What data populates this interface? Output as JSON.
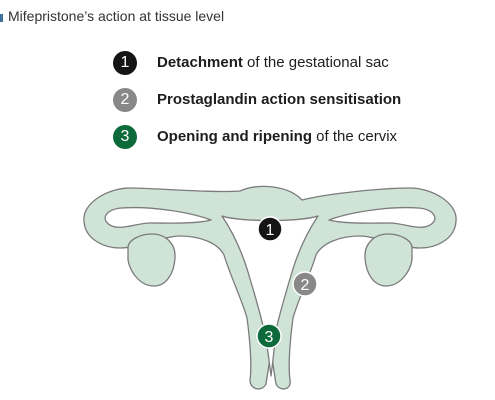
{
  "title": "Mifepristone’s action at tissue level",
  "colors": {
    "tissue": "#cfe3d7",
    "outline": "#7b7b7b",
    "step1": "#151515",
    "step2": "#888888",
    "step3": "#0d6a3a"
  },
  "legend": [
    {
      "number": "1",
      "bold": "Detachment",
      "rest": " of the gestational sac"
    },
    {
      "number": "2",
      "bold": "Prostaglandin action sensitisation",
      "rest": ""
    },
    {
      "number": "3",
      "bold": "Opening and ripening",
      "rest": " of the cervix"
    }
  ],
  "markers": [
    "1",
    "2",
    "3"
  ]
}
